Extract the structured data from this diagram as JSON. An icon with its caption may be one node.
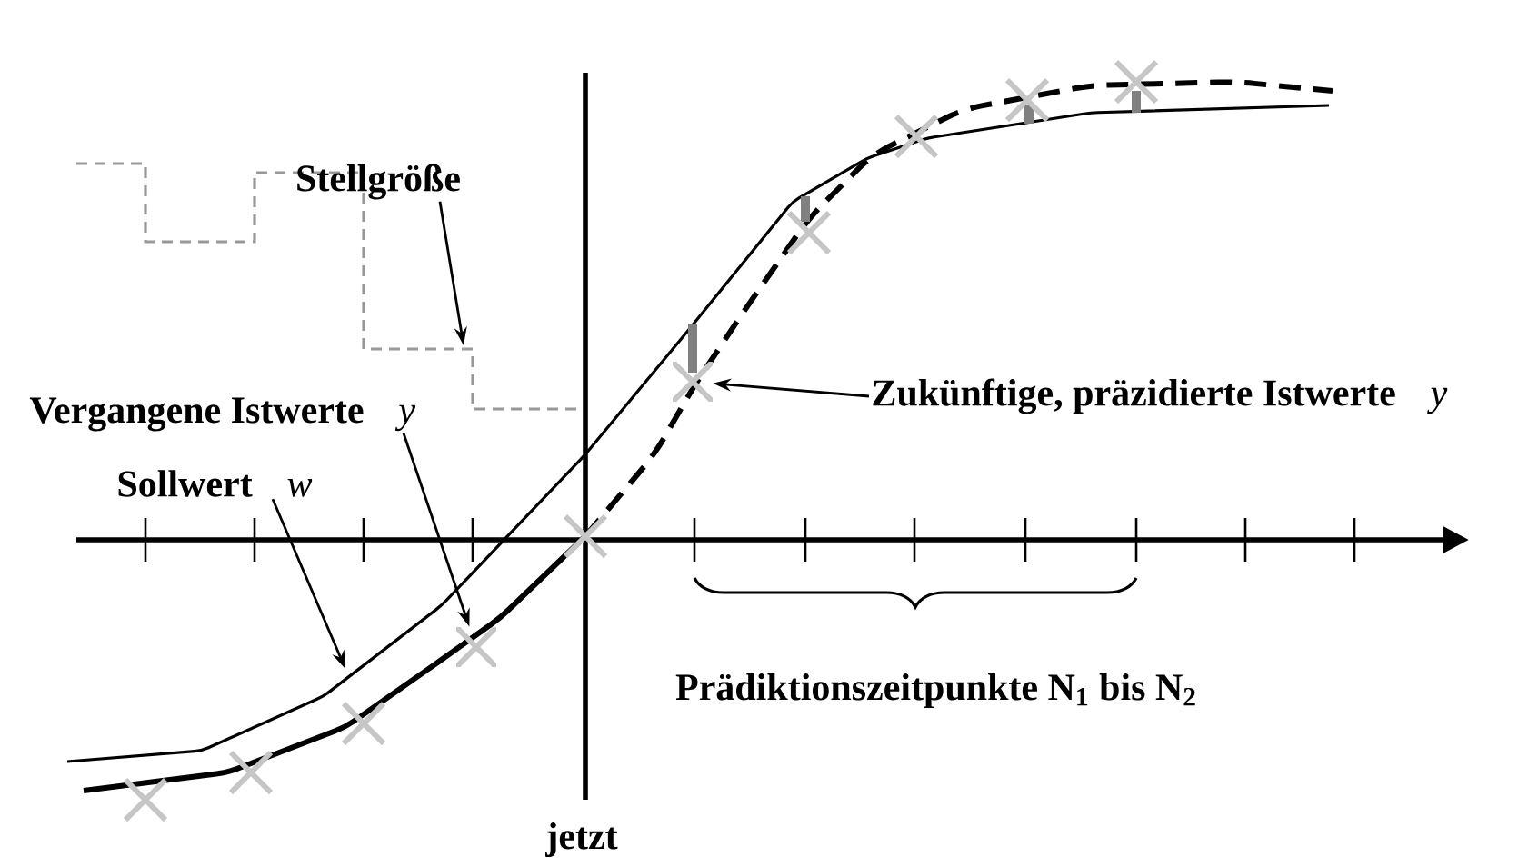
{
  "diagram": {
    "nodes": [
      {
        "text": [
          "Stellgröße"
        ]
      },
      {
        "text": [
          "Vergangene Istwerte",
          "y"
        ]
      },
      {
        "text": [
          "Sollwert",
          "w"
        ]
      },
      {
        "text": [
          "Zukünftige, präzidierte Istwerte",
          "y"
        ]
      },
      {
        "text": [],
        "shape": "cross"
      },
      {
        "text": [],
        "shape": "cross"
      }
    ],
    "edges": [
      {
        "from": 0,
        "to": null,
        "arrow": "to"
      },
      {
        "from": 1,
        "to": 5,
        "arrow": "to"
      },
      {
        "from": 2,
        "to": null,
        "arrow": "to"
      },
      {
        "from": 3,
        "to": 4,
        "arrow": "to"
      }
    ],
    "labels": [
      "Prädiktionszeitpunkte N$_{1}$ bis N$_{2}$",
      "jetzt"
    ]
  }
}
